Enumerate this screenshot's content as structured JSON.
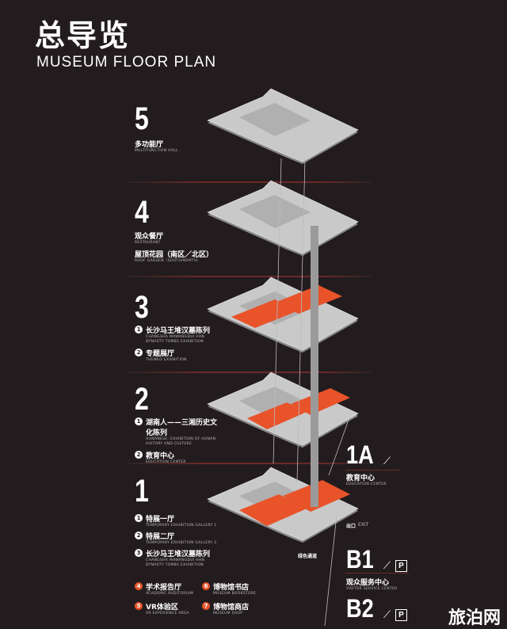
{
  "header": {
    "title": "总导览",
    "subtitle": "MUSEUM FLOOR PLAN"
  },
  "floors": [
    {
      "number": "5",
      "items": [
        {
          "badge": "",
          "zh": "多功能厅",
          "en": "MULTIFUNCTION HALL"
        }
      ]
    },
    {
      "number": "4",
      "items": [
        {
          "badge": "",
          "zh": "观众餐厅",
          "en": "RESTAURANT"
        },
        {
          "badge": "",
          "zh": "屋顶花园（南区／北区）",
          "en": "ROOF GARDEN（SOUTH/NORTH）"
        }
      ]
    },
    {
      "number": "3",
      "items": [
        {
          "badge": "1",
          "zh": "长沙马王堆汉墓陈列",
          "en": "CHANGSHA MAWANGDUI HAN DYNASTY TOMBS EXHIBITION"
        },
        {
          "badge": "2",
          "zh": "专题展厅",
          "en": "THEMED EXHIBITION"
        }
      ]
    },
    {
      "number": "2",
      "items": [
        {
          "badge": "1",
          "zh": "湖南人——三湘历史文化陈列",
          "en": "HUNANESE: EXHIBITION OF HUNAN HISTORY AND CULTURE"
        },
        {
          "badge": "2",
          "zh": "教育中心",
          "en": "EDUCATION CENTER"
        }
      ]
    },
    {
      "number": "1",
      "items": [
        {
          "badge": "1",
          "zh": "特展一厅",
          "en": "TEMPORARY EXHIBITION GALLERY 1"
        },
        {
          "badge": "2",
          "zh": "特展二厅",
          "en": "TEMPORARY EXHIBITION GALLERY 2"
        },
        {
          "badge": "3",
          "zh": "长沙马王堆汉墓陈列",
          "en": "CHANGSHA MAWANGDUI HAN DYNASTY TOMBS EXHIBITION"
        }
      ],
      "extras": [
        {
          "badge": "4",
          "zh": "学术报告厅",
          "en": "ACADEMIC AUDITORIUM"
        },
        {
          "badge": "6",
          "zh": "博物馆书店",
          "en": "MUSEUM BOOKSTORE"
        },
        {
          "badge": "5",
          "zh": "VR体验区",
          "en": "VR EXPERIENCE AREA"
        },
        {
          "badge": "7",
          "zh": "博物馆商店",
          "en": "MUSEUM SHOP"
        }
      ]
    }
  ],
  "side_levels": [
    {
      "number": "1A",
      "zh": "教育中心",
      "en": "EDUCATION CENTER",
      "parking": ""
    },
    {
      "number": "B1",
      "zh": "观众服务中心",
      "en": "VISITOR SERVICE CENTER",
      "parking": "P"
    },
    {
      "number": "B2",
      "zh": "",
      "en": "",
      "parking": "P"
    }
  ],
  "map_labels": {
    "exit_zh": "出口",
    "exit_en": "EXIT",
    "green_passage": "绿色通道"
  },
  "watermark": "旅泊网",
  "colors": {
    "background": "#231c1e",
    "slab": "#c9c9c9",
    "exhibit": "#e8532a",
    "divider": "#6a2a26"
  }
}
